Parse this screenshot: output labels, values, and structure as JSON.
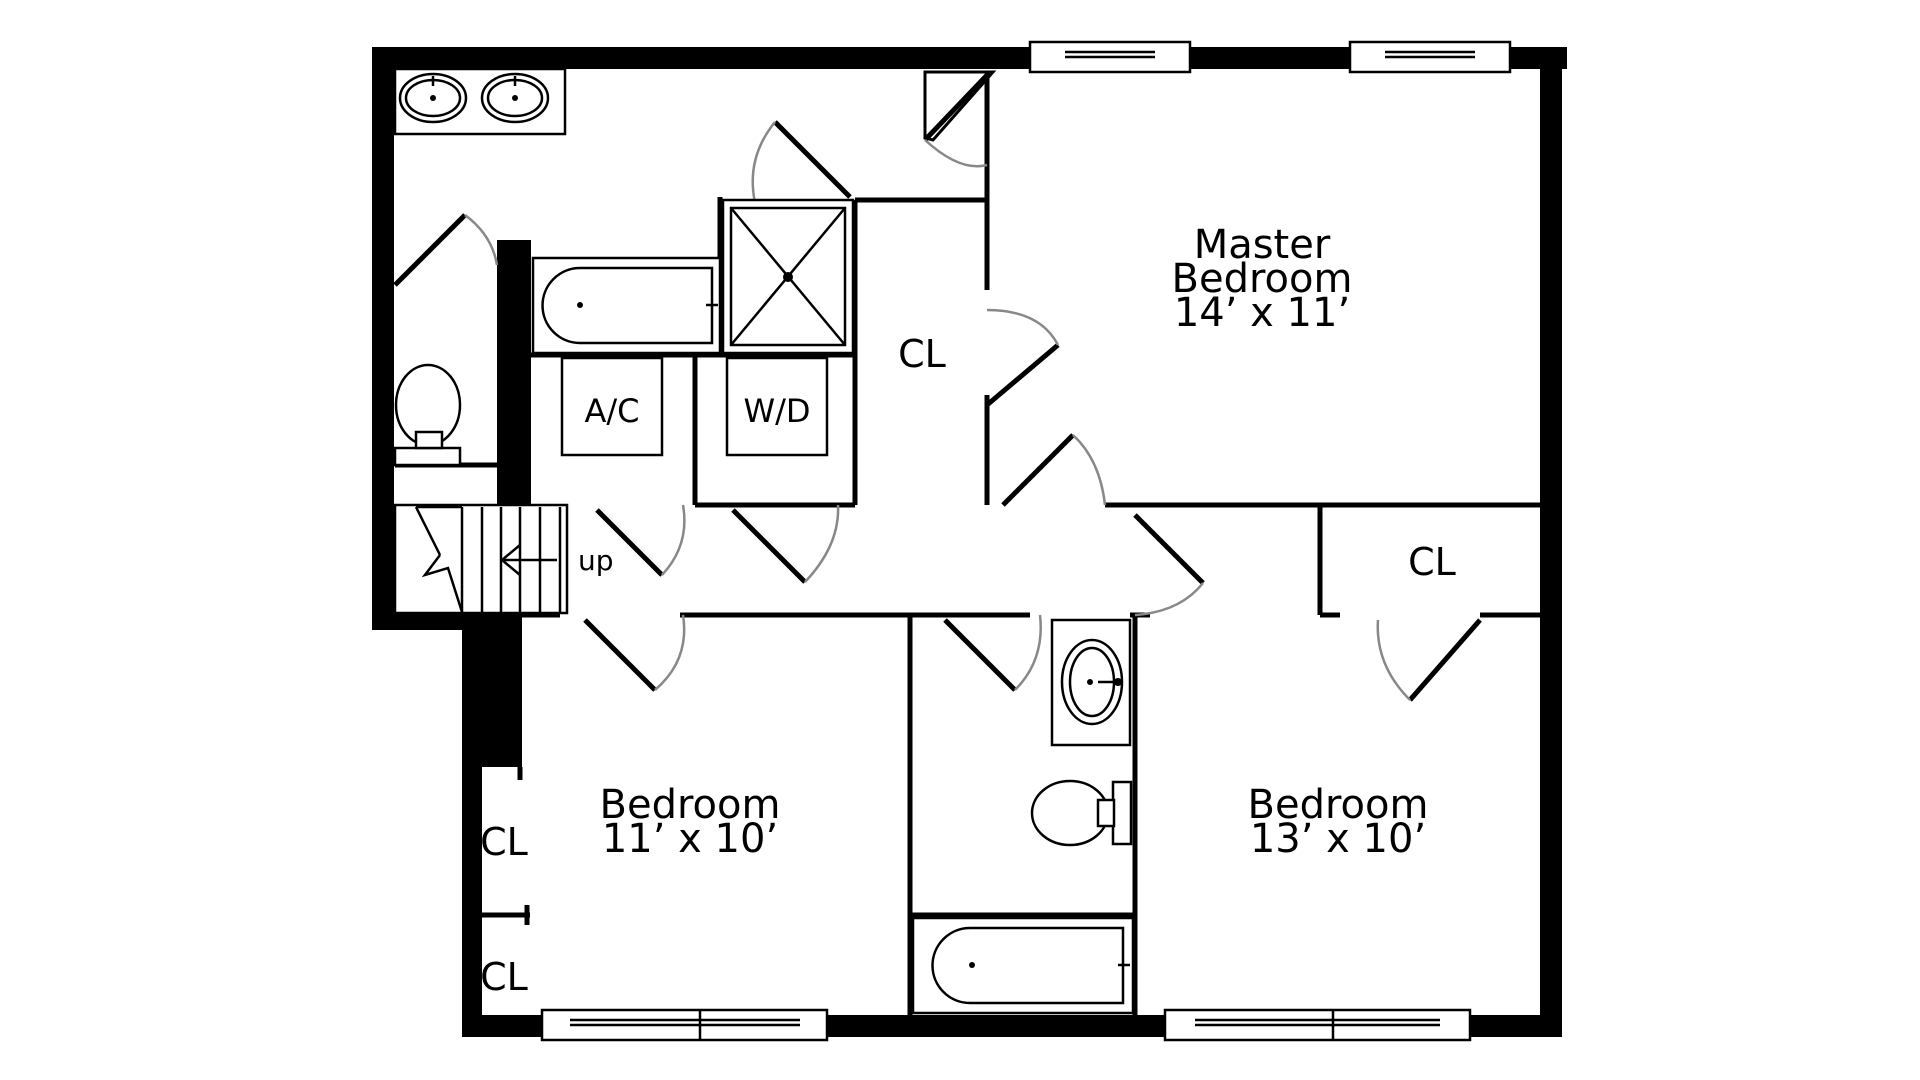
{
  "rooms": {
    "master": {
      "name": "Master",
      "name2": "Bedroom",
      "size": "14’ x 11’"
    },
    "bedroom_left": {
      "name": "Bedroom",
      "size": "11’ x 10’"
    },
    "bedroom_right": {
      "name": "Bedroom",
      "size": "13’ x 10’"
    }
  },
  "closets": {
    "center": "CL",
    "right": "CL",
    "left_upper": "CL",
    "left_lower": "CL"
  },
  "appliances": {
    "ac": "A/C",
    "wd": "W/D"
  },
  "stairs": {
    "label": "up"
  }
}
